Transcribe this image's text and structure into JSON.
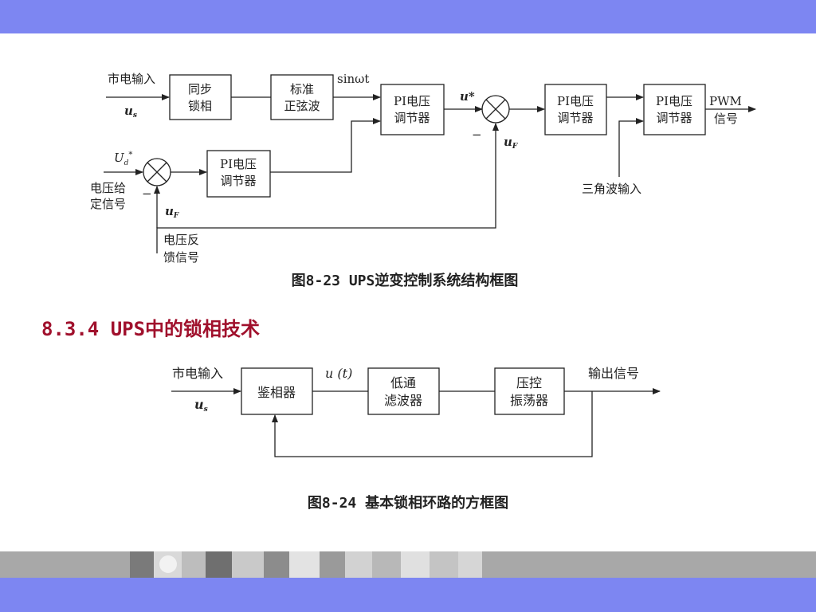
{
  "colors": {
    "accent_bar": "#7d86f2",
    "heading": "#a0102c",
    "strip": "#a8a8a8"
  },
  "fig23": {
    "mains_input": "市电输入",
    "us": "u",
    "us_sub": "s",
    "sync_lock": [
      "同步",
      "锁相"
    ],
    "std_sine": [
      "标准",
      "正弦波"
    ],
    "sinwt": "sinωt",
    "pi_reg": [
      "PI电压",
      "调节器"
    ],
    "u_star": "u*",
    "minus": "−",
    "uF": "u",
    "uF_sub": "F",
    "pwm_signal": [
      "PWM",
      "信号"
    ],
    "triangle_input": "三角波输入",
    "ud_star": "U",
    "ud_sub": "d",
    "ud_sup": "*",
    "voltage_given": [
      "电压给",
      "定信号"
    ],
    "voltage_feedback": [
      "电压反",
      "馈信号"
    ],
    "caption": "图8-23 UPS逆变控制系统结构框图"
  },
  "section_heading": "8.3.4 UPS中的锁相技术",
  "fig24": {
    "mains_input": "市电输入",
    "us": "u",
    "us_sub": "s",
    "phase_detector": "鉴相器",
    "ut": "u (t)",
    "lowpass": [
      "低通",
      "滤波器"
    ],
    "vco": [
      "压控",
      "振荡器"
    ],
    "output_signal": "输出信号",
    "caption": "图8-24 基本锁相环路的方框图"
  }
}
